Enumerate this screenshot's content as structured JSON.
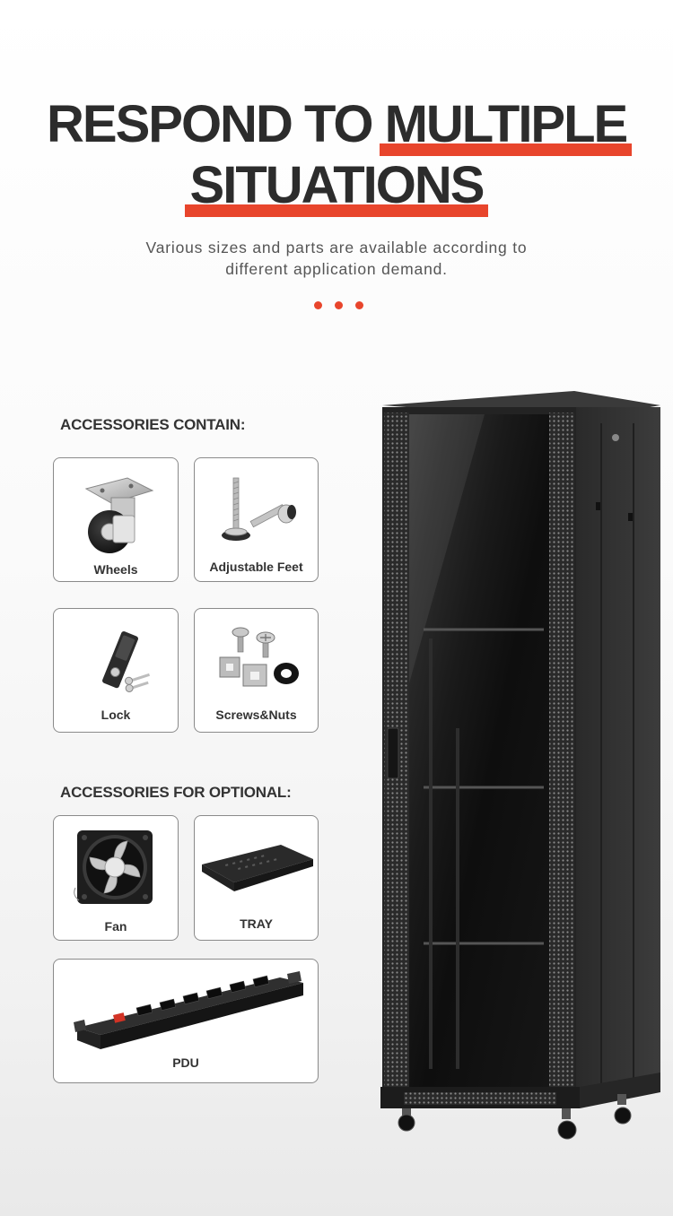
{
  "header": {
    "title_part1": "RESPOND TO",
    "title_highlight1": "MULTIPLE",
    "title_highlight2": "SITUATIONS",
    "subtitle_line1": "Various sizes and parts are available according to",
    "subtitle_line2": "different application demand.",
    "accent_color": "#e8452c"
  },
  "accessories_contain": {
    "title": "ACCESSORIES CONTAIN:",
    "items": [
      {
        "label": "Wheels",
        "icon": "caster-wheel-icon"
      },
      {
        "label": "Adjustable Feet",
        "icon": "adjustable-feet-icon"
      },
      {
        "label": "Lock",
        "icon": "handle-lock-icon"
      },
      {
        "label": "Screws&Nuts",
        "icon": "screws-nuts-icon"
      }
    ]
  },
  "accessories_optional": {
    "title": "ACCESSORIES FOR OPTIONAL:",
    "items": [
      {
        "label": "Fan",
        "icon": "cooling-fan-icon"
      },
      {
        "label": "TRAY",
        "icon": "shelf-tray-icon"
      },
      {
        "label": "PDU",
        "icon": "power-strip-icon"
      }
    ]
  },
  "product": {
    "icon": "server-rack-cabinet-icon"
  }
}
